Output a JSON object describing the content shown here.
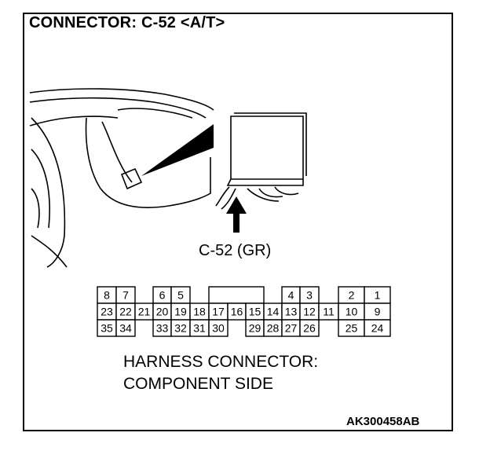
{
  "title": "CONNECTOR: C-52 <A/T>",
  "connector_label": "C-52 (GR)",
  "harness": {
    "line1": "HARNESS CONNECTOR:",
    "line2": "COMPONENT SIDE"
  },
  "code": "AK300458AB",
  "pins": {
    "row1": [
      "8",
      "7",
      "6",
      "5",
      "4",
      "3",
      "2",
      "1"
    ],
    "row2": [
      "23",
      "22",
      "21",
      "20",
      "19",
      "18",
      "17",
      "16",
      "15",
      "14",
      "13",
      "12",
      "11",
      "10",
      "9"
    ],
    "row3": [
      "35",
      "34",
      "33",
      "32",
      "31",
      "30",
      "29",
      "28",
      "27",
      "26",
      "25",
      "24"
    ]
  }
}
